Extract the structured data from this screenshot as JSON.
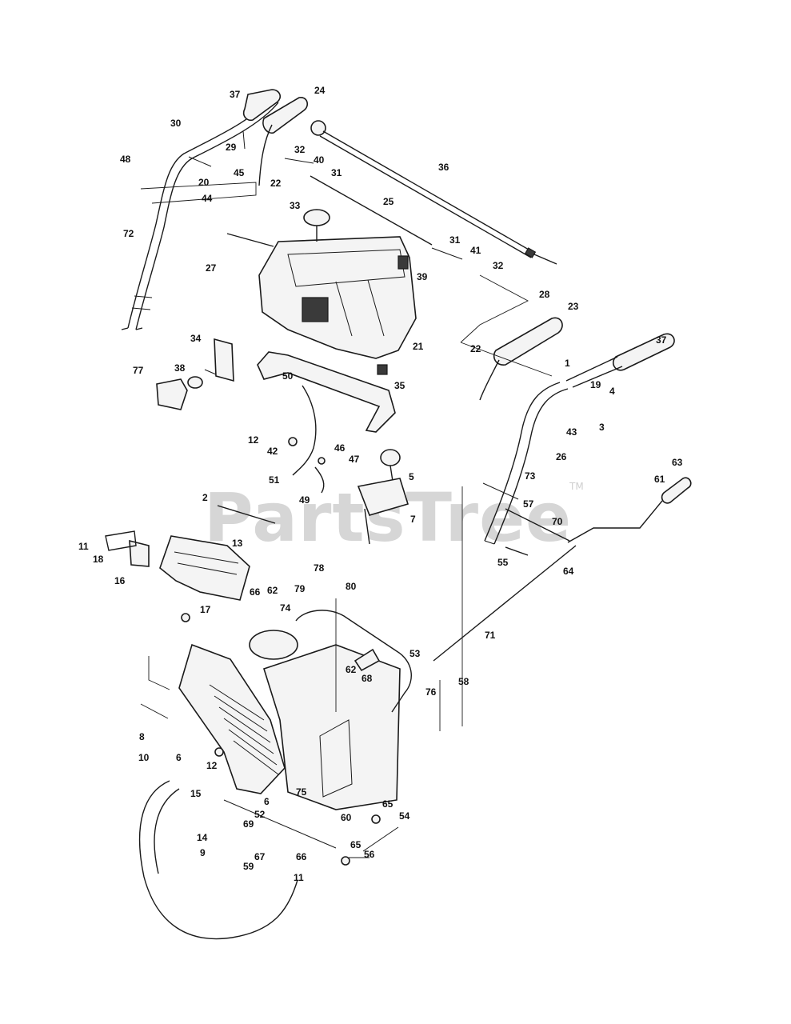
{
  "watermark": {
    "text": "PartsTree",
    "tm": "TM"
  },
  "labels": [
    "37",
    "24",
    "30",
    "29",
    "48",
    "45",
    "32",
    "40",
    "31",
    "36",
    "22",
    "20",
    "44",
    "25",
    "33",
    "72",
    "27",
    "31",
    "41",
    "32",
    "39",
    "28",
    "34",
    "21",
    "23",
    "77",
    "38",
    "50",
    "35",
    "22",
    "1",
    "19",
    "37",
    "4",
    "3",
    "12",
    "42",
    "46",
    "47",
    "43",
    "26",
    "51",
    "49",
    "5",
    "73",
    "2",
    "63",
    "61",
    "57",
    "7",
    "70",
    "11",
    "13",
    "18",
    "16",
    "78",
    "79",
    "80",
    "55",
    "64",
    "66",
    "62",
    "74",
    "17",
    "71",
    "53",
    "62",
    "68",
    "76",
    "58",
    "8",
    "10",
    "6",
    "12",
    "15",
    "6",
    "75",
    "65",
    "54",
    "52",
    "60",
    "14",
    "69",
    "9",
    "67",
    "66",
    "65",
    "56",
    "59",
    "11"
  ]
}
